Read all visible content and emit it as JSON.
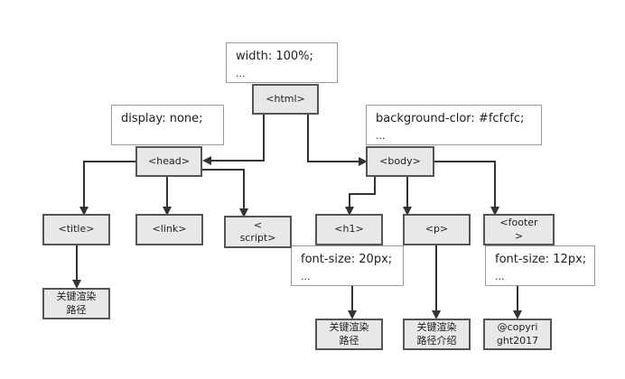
{
  "notes": {
    "html": {
      "line1": "width: 100%;",
      "line2": "..."
    },
    "head": {
      "line1": "display: none;"
    },
    "body": {
      "line1": "background-clor: #fcfcfc;",
      "line2": "..."
    },
    "h1": {
      "line1": "font-size: 20px;",
      "line2": "..."
    },
    "footer": {
      "line1": "font-size: 12px;",
      "line2": "..."
    }
  },
  "nodes": {
    "html": "<html>",
    "head": "<head>",
    "body": "<body>",
    "title": "<title>",
    "link": "<link>",
    "script": "<\nscript>",
    "h1": "<h1>",
    "p": "<p>",
    "footer": "<footer\n>",
    "title_child": "关键渲染\n路径",
    "h1_child": "关键渲染\n路径",
    "p_child": "关键渲染\n路径介绍",
    "footer_child": "@copyri\nght2017"
  },
  "colors": {
    "node_fill": "#e8e8e8",
    "node_border": "#555555",
    "note_border": "#9a9a9a",
    "edge": "#333333"
  }
}
